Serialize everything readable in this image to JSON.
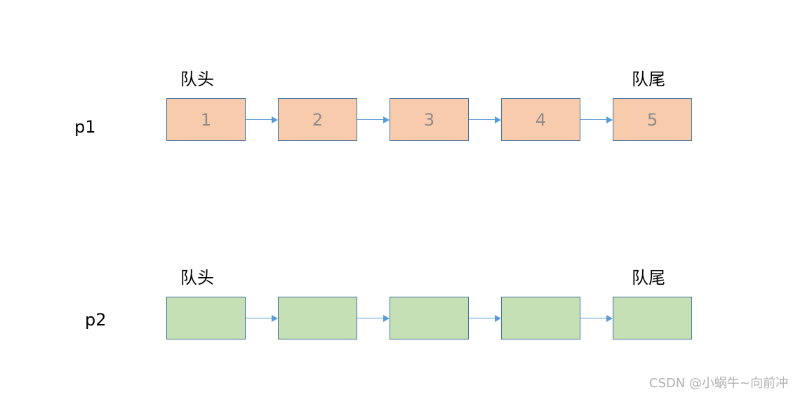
{
  "queues": [
    {
      "name": "p1",
      "head_label": "队头",
      "tail_label": "队尾",
      "fill": "#f8cbad",
      "nodes": [
        "1",
        "2",
        "3",
        "4",
        "5"
      ]
    },
    {
      "name": "p2",
      "head_label": "队头",
      "tail_label": "队尾",
      "fill": "#c5e0b4",
      "nodes": [
        "",
        "",
        "",
        "",
        ""
      ]
    }
  ],
  "colors": {
    "node_border": "#41719c",
    "arrow": "#5b9bd5",
    "node_text": "#8c8c8c"
  },
  "watermark": "CSDN @小蜗牛~向前冲"
}
